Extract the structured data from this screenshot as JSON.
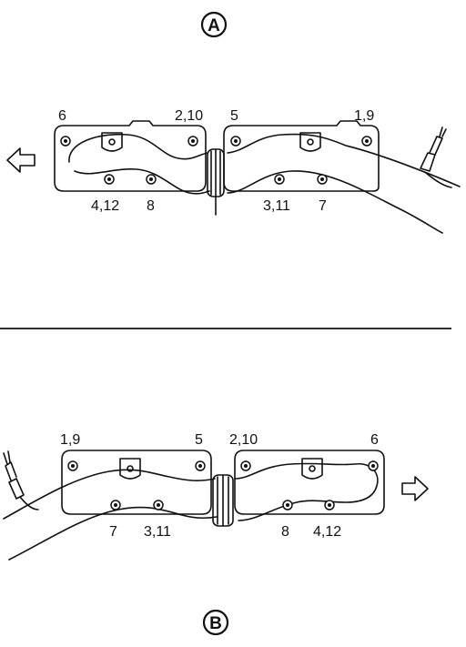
{
  "views": [
    {
      "id": "A",
      "circle_label": "A",
      "left_flange": {
        "top_left": "6",
        "top_right": "2,10",
        "bottom_left": "4,12",
        "bottom_right": "8"
      },
      "right_flange": {
        "top_left": "5",
        "top_right": "1,9",
        "bottom_left": "3,11",
        "bottom_right": "7"
      },
      "arrow_direction": "left"
    },
    {
      "id": "B",
      "circle_label": "B",
      "left_flange": {
        "top_left": "1,9",
        "top_right": "5",
        "bottom_left": "7",
        "bottom_right": "3,11"
      },
      "right_flange": {
        "top_left": "2,10",
        "top_right": "6",
        "bottom_left": "8",
        "bottom_right": "4,12"
      },
      "arrow_direction": "right"
    }
  ]
}
